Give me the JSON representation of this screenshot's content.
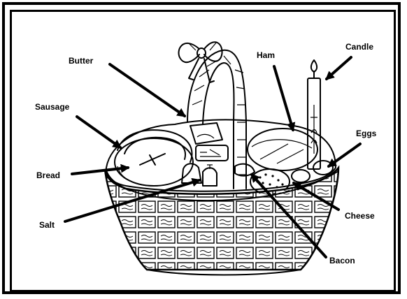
{
  "labels": {
    "butter": "Butter",
    "ham": "Ham",
    "candle": "Candle",
    "sausage": "Sausage",
    "eggs": "Eggs",
    "bread": "Bread",
    "cheese": "Cheese",
    "salt": "Salt",
    "bacon": "Bacon"
  }
}
